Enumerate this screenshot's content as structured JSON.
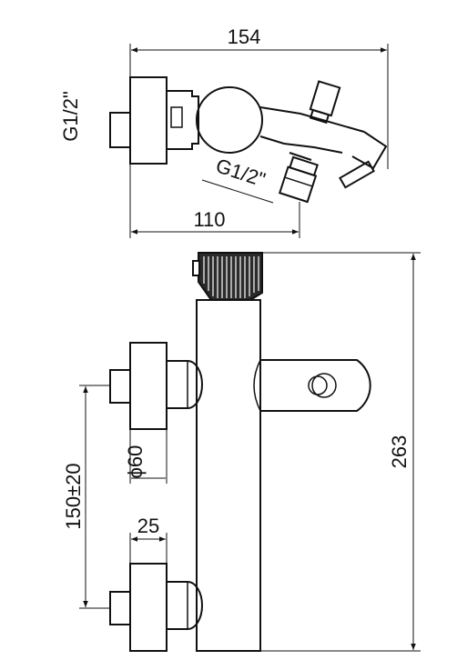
{
  "drawing": {
    "top_view": {
      "width_dim": "154",
      "depth_dim": "110",
      "inlet_thread": "G1/2\"",
      "outlet_thread": "G1/2\""
    },
    "front_view": {
      "height_dim": "263",
      "center_distance": "150±20",
      "flange_diameter": "ϕ60",
      "flange_depth": "25"
    }
  }
}
